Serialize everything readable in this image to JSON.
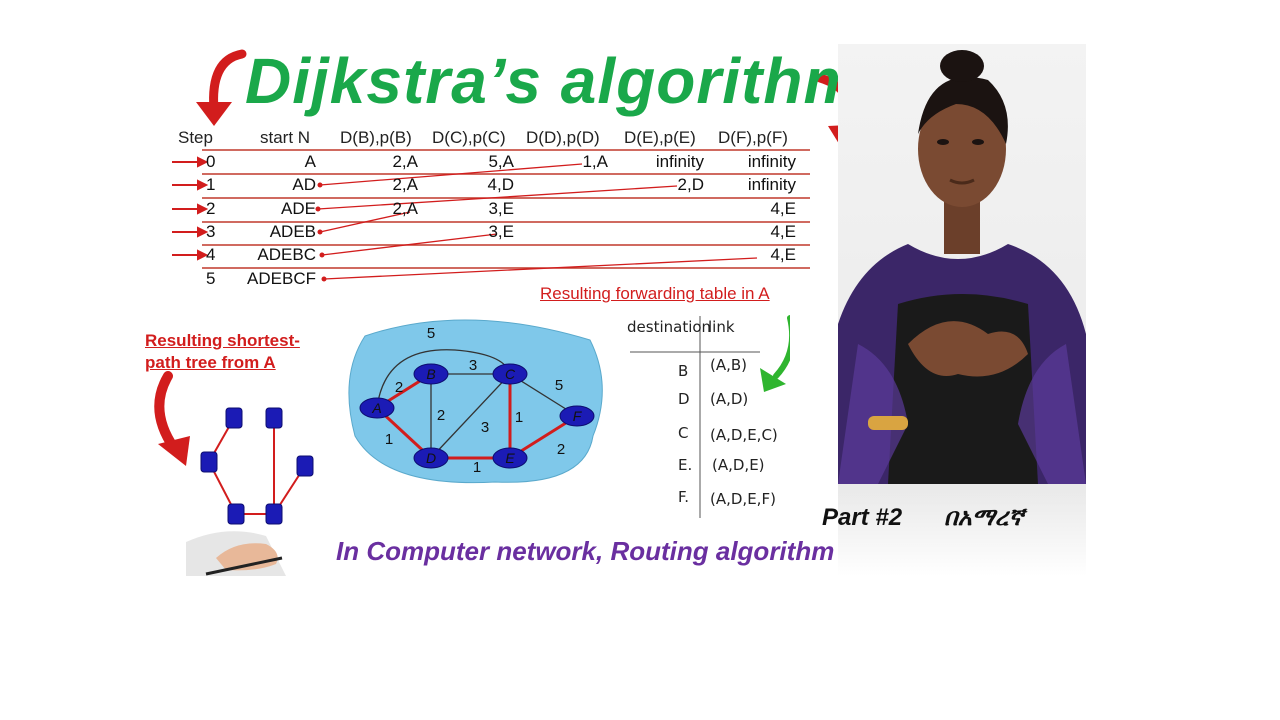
{
  "title": "Dijkstra’s algorithm",
  "table": {
    "headers": [
      "Step",
      "start N",
      "D(B),p(B)",
      "D(C),p(C)",
      "D(D),p(D)",
      "D(E),p(E)",
      "D(F),p(F)"
    ],
    "rows": [
      [
        "0",
        "A",
        "2,A",
        "5,A",
        "1,A",
        "infinity",
        "infinity"
      ],
      [
        "1",
        "AD",
        "2,A",
        "4,D",
        "",
        "2,D",
        "infinity"
      ],
      [
        "2",
        "ADE",
        "2,A",
        "3,E",
        "",
        "",
        "4,E"
      ],
      [
        "3",
        "ADEB",
        "",
        "3,E",
        "",
        "",
        "4,E"
      ],
      [
        "4",
        "ADEBC",
        "",
        "",
        "",
        "",
        "4,E"
      ],
      [
        "5",
        "ADEBCF",
        "",
        "",
        "",
        "",
        ""
      ]
    ]
  },
  "forwarding": {
    "title": "Resulting forwarding table in A",
    "col_destination": "destination",
    "col_link": "link",
    "rows": [
      {
        "dest": "B",
        "link": "(A,B)"
      },
      {
        "dest": "D",
        "link": "(A,D)"
      },
      {
        "dest": "C",
        "link": "(A,D,E,C)"
      },
      {
        "dest": "E.",
        "link": "(A,D,E)"
      },
      {
        "dest": "F.",
        "link": "(A,D,E,F)"
      }
    ]
  },
  "spt_title_line1": "Resulting shortest-",
  "spt_title_line2": "path tree from A",
  "graph": {
    "nodes": [
      "A",
      "B",
      "C",
      "D",
      "E",
      "F"
    ],
    "edge_weights": [
      "5",
      "2",
      "3",
      "5",
      "2",
      "3",
      "1",
      "1",
      "1",
      "2"
    ]
  },
  "part_label": "Part #2",
  "amharic_label": "በአማረኛ",
  "subtitle": "In Computer network, Routing algorithm",
  "colors": {
    "title": "#1aa84a",
    "accent_red": "#d21d1d",
    "subtitle": "#6a2fa0",
    "router": "#1b1bb5",
    "network_bg": "#7fc8ea"
  }
}
